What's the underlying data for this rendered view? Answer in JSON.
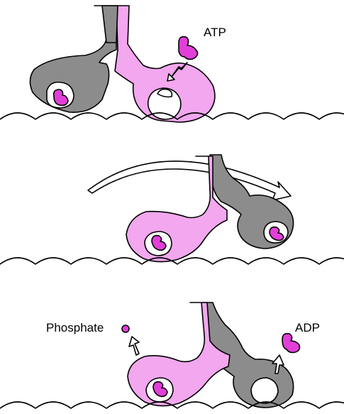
{
  "labels": {
    "atp": "ATP",
    "phosphate": "Phosphate",
    "adp": "ADP"
  },
  "colors": {
    "myosin_active": "#f2a7ee",
    "myosin_inactive": "#8c8c8c",
    "nucleotide": "#e23fd9",
    "actin": "#ffffff",
    "outline": "#000000"
  },
  "icons": {
    "atp": "atp-molecule-icon",
    "adp": "adp-molecule-icon",
    "phosphate": "phosphate-icon",
    "stroke": "power-stroke-arrow-icon"
  }
}
